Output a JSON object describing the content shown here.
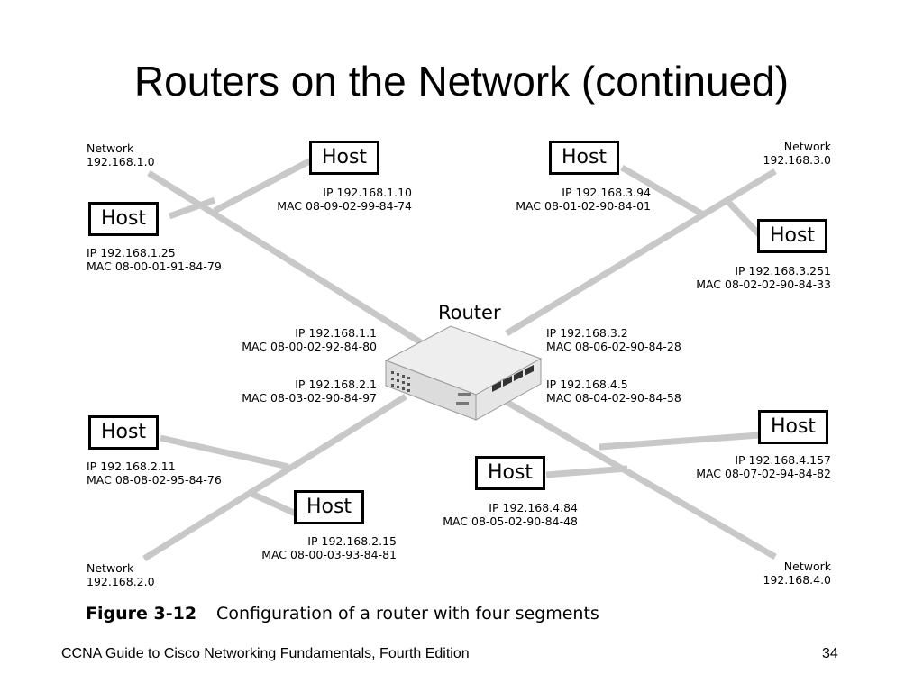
{
  "title": "Routers on the Network (continued)",
  "router": {
    "label": "Router",
    "ports": [
      {
        "ip": "IP 192.168.1.1",
        "mac": "MAC 08-00-02-92-84-80"
      },
      {
        "ip": "IP 192.168.2.1",
        "mac": "MAC 08-03-02-90-84-97"
      },
      {
        "ip": "IP 192.168.3.2",
        "mac": "MAC 08-06-02-90-84-28"
      },
      {
        "ip": "IP 192.168.4.5",
        "mac": "MAC 08-04-02-90-84-58"
      }
    ]
  },
  "networks": [
    {
      "label": "Network",
      "address": "192.168.1.0"
    },
    {
      "label": "Network",
      "address": "192.168.3.0"
    },
    {
      "label": "Network",
      "address": "192.168.2.0"
    },
    {
      "label": "Network",
      "address": "192.168.4.0"
    }
  ],
  "hosts": [
    {
      "label": "Host",
      "ip": "IP 192.168.1.10",
      "mac": "MAC 08-09-02-99-84-74"
    },
    {
      "label": "Host",
      "ip": "IP 192.168.1.25",
      "mac": "MAC 08-00-01-91-84-79"
    },
    {
      "label": "Host",
      "ip": "IP 192.168.3.94",
      "mac": "MAC 08-01-02-90-84-01"
    },
    {
      "label": "Host",
      "ip": "IP 192.168.3.251",
      "mac": "MAC 08-02-02-90-84-33"
    },
    {
      "label": "Host",
      "ip": "IP 192.168.2.11",
      "mac": "MAC 08-08-02-95-84-76"
    },
    {
      "label": "Host",
      "ip": "IP 192.168.2.15",
      "mac": "MAC 08-00-03-93-84-81"
    },
    {
      "label": "Host",
      "ip": "IP 192.168.4.84",
      "mac": "MAC 08-05-02-90-84-48"
    },
    {
      "label": "Host",
      "ip": "IP 192.168.4.157",
      "mac": "MAC 08-07-02-94-84-82"
    }
  ],
  "caption": {
    "figure": "Figure 3-12",
    "text": "Configuration of a router with four segments"
  },
  "footer": {
    "book": "CCNA Guide to Cisco Networking Fundamentals, Fourth Edition",
    "page": "34"
  }
}
